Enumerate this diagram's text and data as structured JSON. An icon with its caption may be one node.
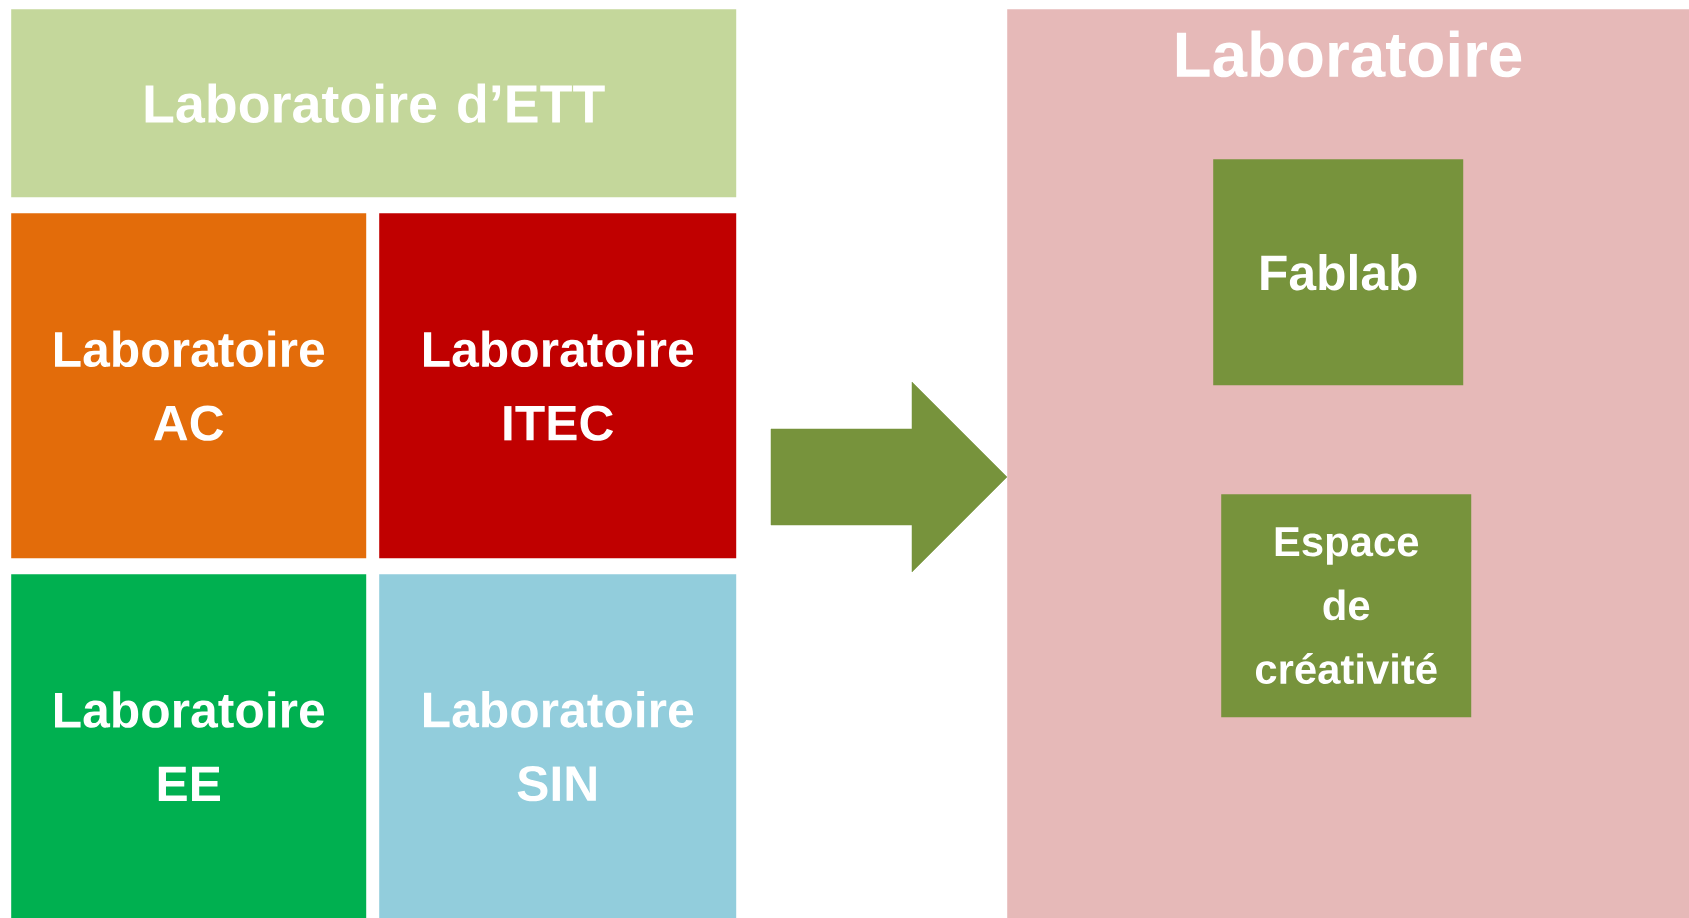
{
  "diagram": {
    "nodes": [
      {
        "text": [
          "Laboratoire d’ETT"
        ]
      },
      {
        "text": [
          "Laboratoire AC"
        ]
      },
      {
        "text": [
          "Laboratoire ITEC"
        ]
      },
      {
        "text": [
          "Laboratoire EE"
        ]
      },
      {
        "text": [
          "Laboratoire SIN"
        ]
      },
      {
        "text": [
          "Laboratoire"
        ]
      },
      {
        "text": [
          "Fablab"
        ],
        "in": 5
      },
      {
        "text": [
          "Espace de créativité"
        ],
        "in": 5
      }
    ],
    "edges": [
      {
        "from": null,
        "to": 5,
        "arrow": "to",
        "style": "thick"
      }
    ]
  }
}
